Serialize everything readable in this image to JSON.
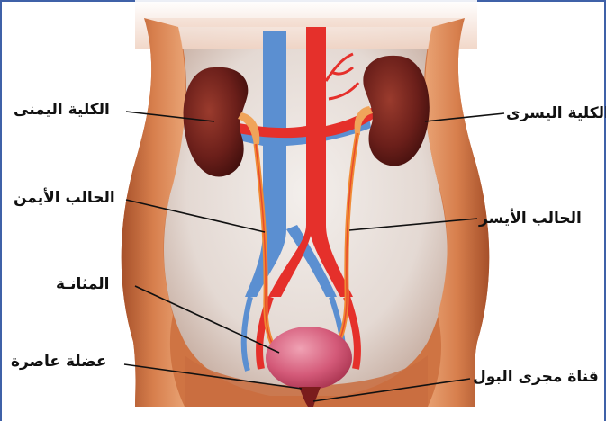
{
  "labels": {
    "right_kidney": "الكلية اليمنى",
    "left_kidney": "الكلية اليسرى",
    "right_ureter": "الحالب الأيمن",
    "left_ureter": "الحالب الأيسر",
    "bladder": "المثانـة",
    "sphincter": "عضلة عاصرة",
    "urethra": "قناة مجرى البول"
  },
  "colors": {
    "frame": "#3f61a8",
    "body_outline": "#c86a3c",
    "skin": "#e8b79c",
    "inner_cavity": "#e9e1dc",
    "artery": "#e5302b",
    "vein": "#5b8fd1",
    "kidney": "#6e1f1c",
    "bladder": "#d45a79"
  }
}
